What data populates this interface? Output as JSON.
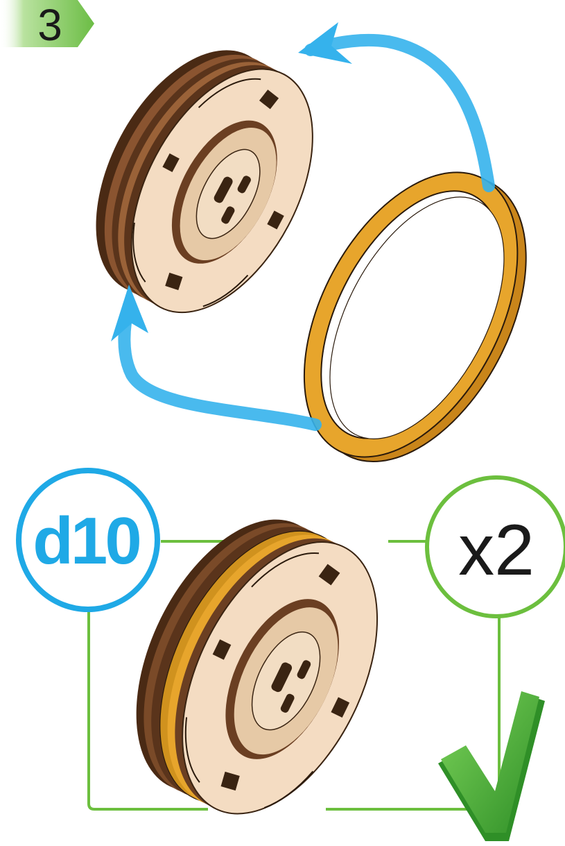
{
  "step": {
    "number": "3"
  },
  "part_label": {
    "code": "d10"
  },
  "quantity": {
    "text": "x2"
  },
  "colors": {
    "step_badge": "#6cbd45",
    "arrow": "#35b2ec",
    "part_circle": "#1fa9e6",
    "quantity_circle": "#6cbf3e",
    "frame_line": "#6cbf3e",
    "checkmark": "#4caf3a",
    "wood_light": "#f4dcc2",
    "wood_dark": "#6b3f22",
    "rubber_band": "#dd9a22"
  },
  "icons": {
    "check": "checkmark-icon",
    "arrow": "curved-arrow-icon"
  }
}
